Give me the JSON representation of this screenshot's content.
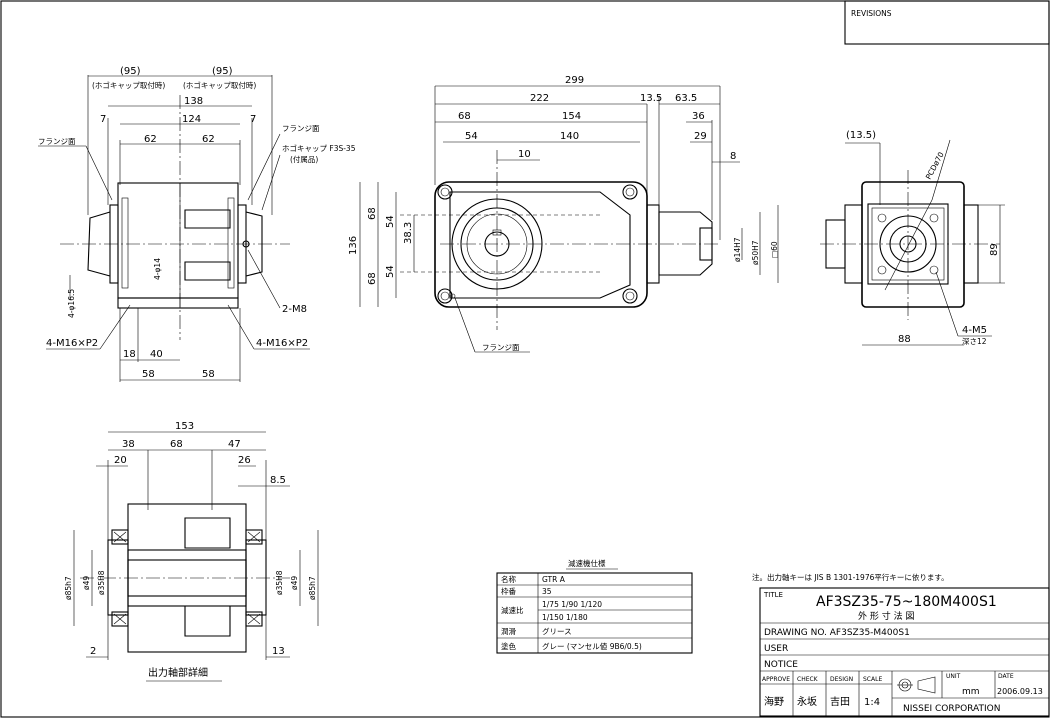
{
  "revisions": {
    "label": "REVISIONS"
  },
  "view_front": {
    "d95_left": "(95)",
    "d95_right": "(95)",
    "cap_left": "(ホゴキャップ取付時)",
    "cap_right": "(ホゴキャップ取付時)",
    "d138": "138",
    "d124": "124",
    "d7_left": "7",
    "d7_right": "7",
    "d62_left": "62",
    "d62_right": "62",
    "flange_left": "フランジ面",
    "flange_right": "フランジ面",
    "cap_note": "ホゴキャップ F3S-35",
    "cap_note2": "(付属品)",
    "phi14": "4-φ14",
    "phi165": "4-φ16.5",
    "m8": "2-M8",
    "m16_left": "4-M16×P2",
    "m16_right": "4-M16×P2",
    "d18": "18",
    "d40": "40",
    "d58_left": "58",
    "d58_right": "58"
  },
  "view_side": {
    "d299": "299",
    "d222": "222",
    "d135": "13.5",
    "d635": "63.5",
    "d68": "68",
    "d154": "154",
    "d36": "36",
    "d54": "54",
    "d140": "140",
    "d29": "29",
    "d10": "10",
    "d8": "8",
    "d136": "136",
    "d68a": "68",
    "d68b": "68",
    "d54a": "54",
    "d54b": "54",
    "d383": "38.3",
    "phi14h7": "ø14H7",
    "phi50h7": "ø50H7",
    "sq60": "□60",
    "flange": "フランジ面"
  },
  "view_right": {
    "d135": "(13.5)",
    "pcd": "PCDø70",
    "d89": "89",
    "d88": "88",
    "m5": "4-M5",
    "depth": "深さ12"
  },
  "view_detail": {
    "d153": "153",
    "d38": "38",
    "d68": "68",
    "d47": "47",
    "d20": "20",
    "d26": "26",
    "d85": "8.5",
    "phi85_left": "ø85h7",
    "phi85_right": "ø85h7",
    "phi49_left": "ø49",
    "phi49_right": "ø49",
    "phi35_left": "ø35H8",
    "phi35_right": "ø35H8",
    "d2": "2",
    "d13": "13",
    "caption": "出力軸部詳細"
  },
  "spec": {
    "title": "減速機仕様",
    "rows": [
      {
        "label": "名称",
        "value": "GTR A"
      },
      {
        "label": "枠番",
        "value": "35"
      },
      {
        "label": "減速比",
        "value": "1/75 1/90 1/120",
        "value2": "1/150 1/180"
      },
      {
        "label": "潤滑",
        "value": "グリース"
      },
      {
        "label": "塗色",
        "value": "グレー (マンセル値 9B6/0.5)"
      }
    ]
  },
  "note": "注。出力軸キーは JIS B 1301-1976平行キーに依ります。",
  "titleblock": {
    "title_label": "TITLE",
    "title": "AF3SZ35-75~180M400S1",
    "subtitle": "外 形 寸 法 図",
    "drawing_no": "DRAWING NO. AF3SZ35-M400S1",
    "user": "USER",
    "notice": "NOTICE",
    "approve": "APPROVE",
    "check": "CHECK",
    "design": "DESIGN",
    "scale": "SCALE",
    "unit_label": "UNIT",
    "unit": "mm",
    "date_label": "DATE",
    "date": "2006.09.13",
    "approve_name": "海野",
    "check_name": "永坂",
    "design_name": "吉田",
    "scale_value": "1:4",
    "company": "NISSEI CORPORATION"
  }
}
